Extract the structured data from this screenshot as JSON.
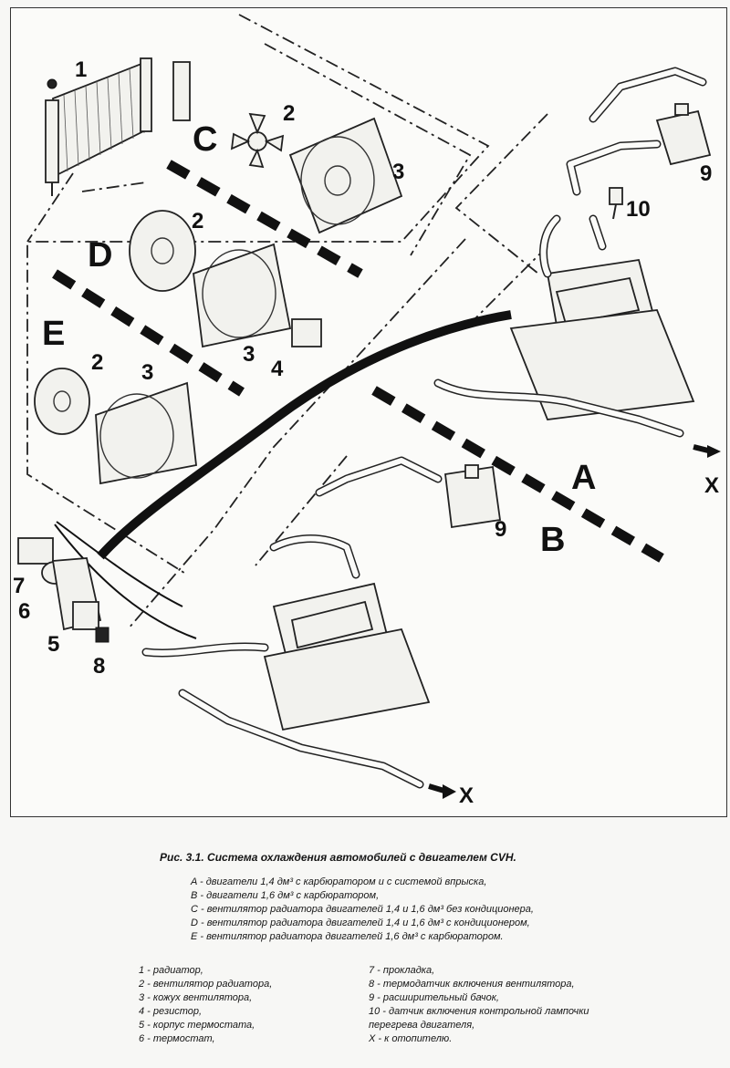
{
  "diagram": {
    "section_labels": [
      "A",
      "B",
      "C",
      "D",
      "E"
    ],
    "part_callouts": [
      "1",
      "2",
      "2",
      "2",
      "3",
      "3",
      "3",
      "4",
      "5",
      "6",
      "7",
      "8",
      "9",
      "9",
      "10"
    ],
    "heater_label": "X"
  },
  "caption": {
    "title": "Рис. 3.1. Система охлаждения автомобилей с двигателем CVH.",
    "variants": [
      "A - двигатели 1,4 дм³ с карбюратором и с системой впрыска,",
      "B - двигатели 1,6 дм³ с карбюратором,",
      "C - вентилятор радиатора двигателей 1,4 и 1,6 дм³ без кондиционера,",
      "D - вентилятор радиатора двигателей 1,4 и 1,6 дм³ с кондиционером,",
      "E - вентилятор радиатора двигателей 1,6 дм³ с карбюратором."
    ],
    "legend_left": [
      "1 - радиатор,",
      "2 - вентилятор радиатора,",
      "3 - кожух вентилятора,",
      "4 - резистор,",
      "5 - корпус термостата,",
      "6 - термостат,"
    ],
    "legend_right": [
      "7 - прокладка,",
      "8 - термодатчик включения вентилятора,",
      "9 - расширительный бачок,",
      "10 - датчик включения контрольной лампочки",
      "перегрева двигателя,",
      "X - к отопителю."
    ]
  }
}
